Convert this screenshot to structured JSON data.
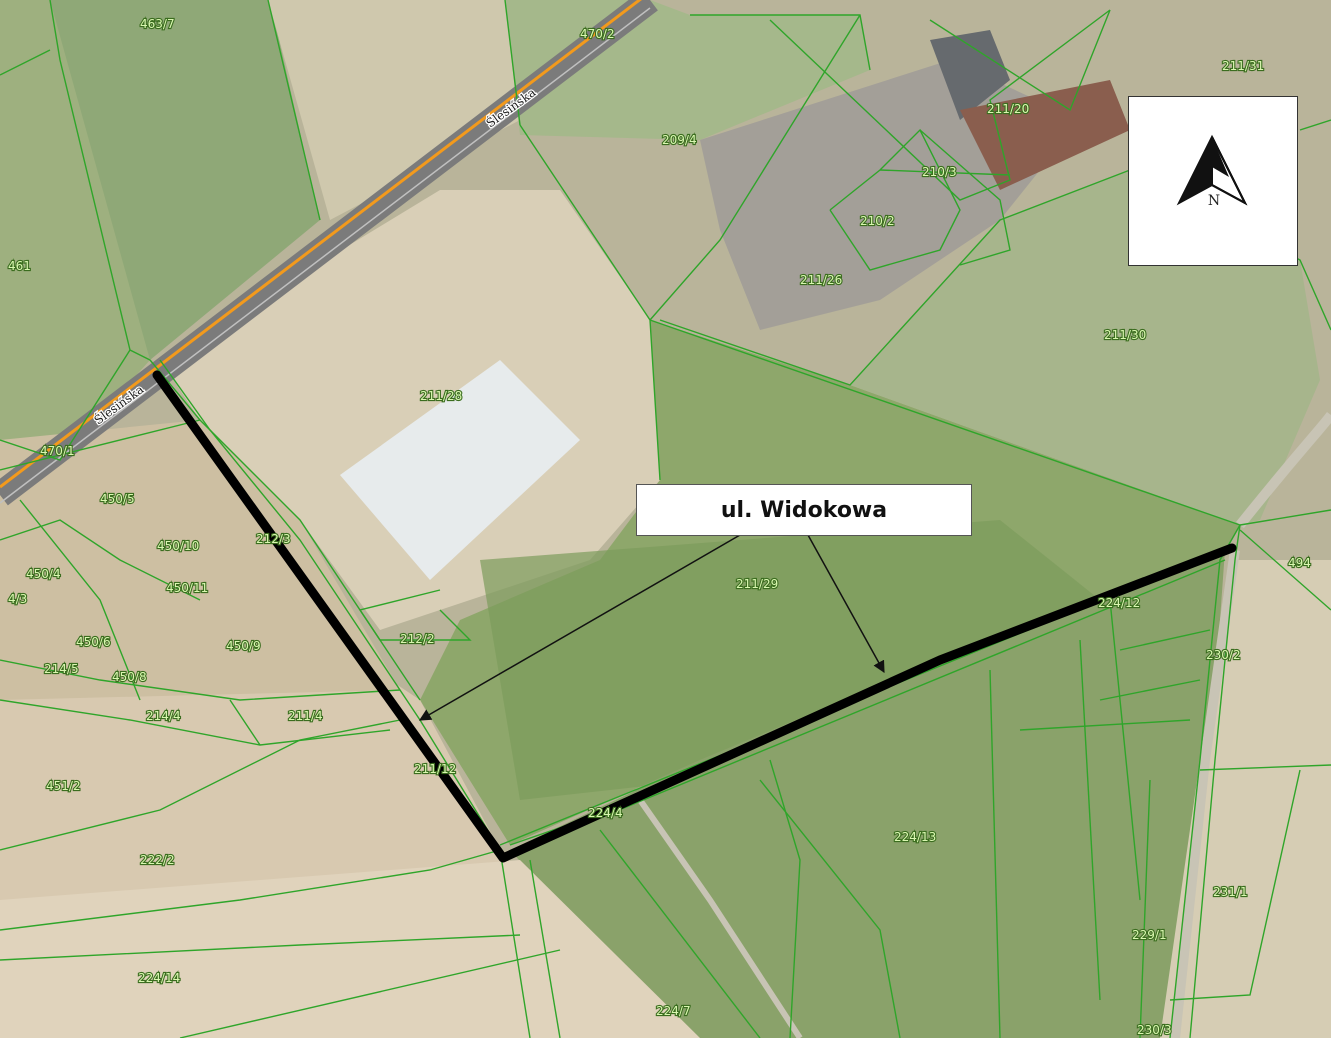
{
  "map": {
    "road_name": "ul. Widokowa",
    "street_labels": {
      "north_road_upper": "Ślesińska",
      "north_road_lower": "Ślesińska"
    },
    "north_arrow_letter": "N",
    "colors": {
      "parcel_line": "#2fa52a",
      "road_highlight": "#000000",
      "main_road": "#f39a1c",
      "callout_background": "#ffffff"
    },
    "parcels": [
      "463/7",
      "470/2",
      "461",
      "209/4",
      "211/20",
      "211/31",
      "210/3",
      "210/2",
      "211/26",
      "211/30",
      "211/28",
      "470/1",
      "450/5",
      "450/10",
      "450/4",
      "4/3",
      "450/11",
      "212/3",
      "450/6",
      "450/9",
      "212/2",
      "214/5",
      "450/8",
      "214/4",
      "211/4",
      "211/29",
      "224/12",
      "494",
      "230/2",
      "211/12",
      "451/2",
      "224/4",
      "224/13",
      "222/2",
      "231/1",
      "229/1",
      "224/14",
      "224/7",
      "230/3"
    ]
  }
}
